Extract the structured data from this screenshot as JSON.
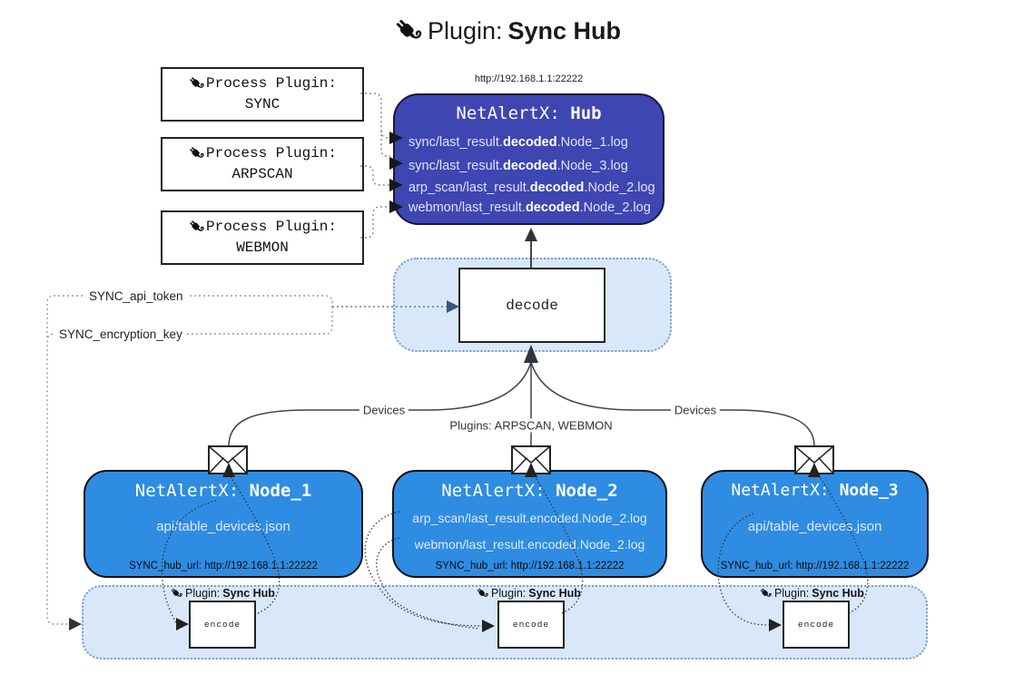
{
  "title": {
    "prefix": "Plugin: ",
    "name": "Sync Hub"
  },
  "hub": {
    "url": "http://192.168.1.1:22222",
    "title_prefix": "NetAlertX: ",
    "title_name": "Hub",
    "log_lines": [
      {
        "pre": "sync/last_result.",
        "bold": "decoded",
        "post": ".Node_1.log"
      },
      {
        "pre": "sync/last_result.",
        "bold": "decoded",
        "post": ".Node_3.log"
      },
      {
        "pre": "arp_scan/last_result.",
        "bold": "decoded",
        "post": ".Node_2.log"
      },
      {
        "pre": "webmon/last_result.",
        "bold": "decoded",
        "post": ".Node_2.log"
      }
    ]
  },
  "process_plugins": [
    {
      "label": "Process Plugin:",
      "name": "SYNC"
    },
    {
      "label": "Process Plugin:",
      "name": "ARPSCAN"
    },
    {
      "label": "Process Plugin:",
      "name": "WEBMON"
    }
  ],
  "decode_label": "decode",
  "settings": {
    "api_token": "SYNC_api_token",
    "encryption_key": "SYNC_encryption_key"
  },
  "edge_labels": {
    "devices_left": "Devices",
    "devices_right": "Devices",
    "plugins": "Plugins: ARPSCAN, WEBMON"
  },
  "nodes": [
    {
      "title_prefix": "NetAlertX: ",
      "title_name": "Node_1",
      "files": [
        "api/table_devices.json"
      ],
      "hub_url": "SYNC_hub_url: http://192.168.1.1:22222"
    },
    {
      "title_prefix": "NetAlertX: ",
      "title_name": "Node_2",
      "files": [
        "arp_scan/last_result.encoded.Node_2.log",
        "webmon/last_result.encoded.Node_2.log"
      ],
      "hub_url": "SYNC_hub_url: http://192.168.1.1:22222"
    },
    {
      "title_prefix": "NetAlertX: ",
      "title_name": "Node_3",
      "files": [
        "api/table_devices.json"
      ],
      "hub_url": "SYNC_hub_url: http://192.168.1.1:22222"
    }
  ],
  "encode_sections": [
    {
      "label_prefix": "Plugin: ",
      "label_name": "Sync Hub",
      "box_label": "encode"
    },
    {
      "label_prefix": "Plugin: ",
      "label_name": "Sync Hub",
      "box_label": "encode"
    },
    {
      "label_prefix": "Plugin: ",
      "label_name": "Sync Hub",
      "box_label": "encode"
    }
  ],
  "icons": {
    "plug": "plug-icon",
    "envelope": "envelope-icon"
  },
  "colors": {
    "hub_bg": "#3E46B2",
    "node_bg": "#2E8CE2",
    "band_bg": "#D8E8F9",
    "band_border": "#7E9CC4",
    "box_border": "#222222",
    "text_light": "#DDE7F8"
  }
}
